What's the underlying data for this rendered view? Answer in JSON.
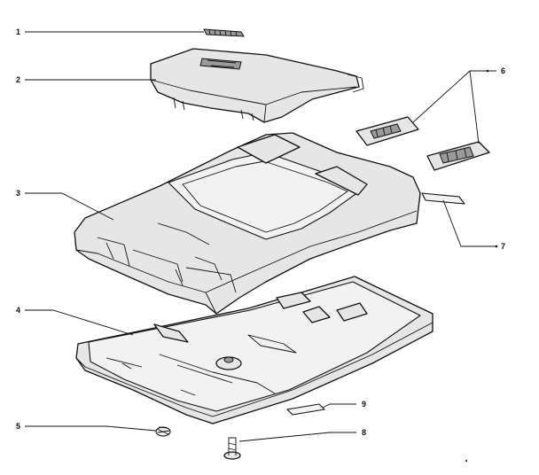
{
  "callouts": [
    {
      "num": "1"
    },
    {
      "num": "2"
    },
    {
      "num": "3"
    },
    {
      "num": "4"
    },
    {
      "num": "5"
    },
    {
      "num": "6"
    },
    {
      "num": "7"
    },
    {
      "num": "8"
    },
    {
      "num": "9"
    }
  ]
}
